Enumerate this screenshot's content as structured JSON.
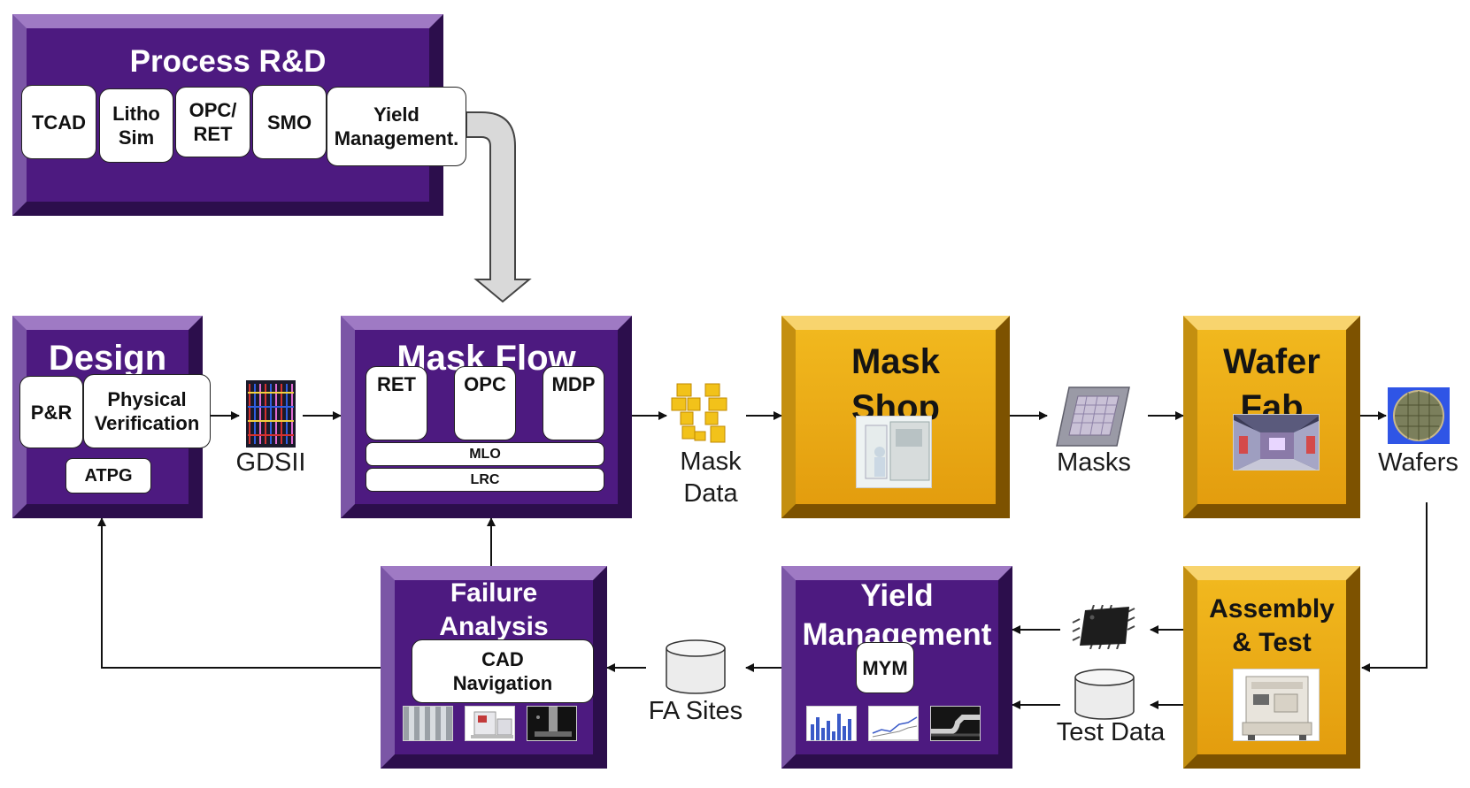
{
  "process_rd": {
    "title": "Process R&D",
    "tools": [
      {
        "label": "TCAD"
      },
      {
        "label": "Litho\nSim"
      },
      {
        "label": "OPC/\nRET"
      },
      {
        "label": "SMO"
      },
      {
        "label": "Yield\nManagement."
      }
    ]
  },
  "design": {
    "title": "Design",
    "pr": "P&R",
    "pv": "Physical\nVerification",
    "atpg": "ATPG"
  },
  "gdsii": "GDSII",
  "mask_flow": {
    "title": "Mask Flow",
    "ret": "RET",
    "opc": "OPC",
    "mdp": "MDP",
    "mlo": "MLO",
    "lrc": "LRC"
  },
  "mask_data": "Mask\nData",
  "mask_shop": "Mask\nShop",
  "masks": "Masks",
  "wafer_fab": "Wafer\nFab",
  "wafers": "Wafers",
  "assembly_test": "Assembly\n& Test",
  "test_data": "Test Data",
  "yield_mgmt": {
    "title": "Yield\nManagement",
    "mym": "MYM"
  },
  "fa_sites": "FA Sites",
  "failure_analysis": {
    "title": "Failure\nAnalysis",
    "cad_nav": "CAD\nNavigation"
  },
  "colors": {
    "purple_face": "#4d1a80",
    "gold_face": "#e8a816",
    "connector_arrow": "#111111",
    "big_arrow_fill": "#d9d9d9"
  },
  "icons": [
    "layout-icon",
    "mask-data-icon",
    "mask-plate-icon",
    "wafer-icon",
    "chip-icon",
    "database-icon"
  ]
}
